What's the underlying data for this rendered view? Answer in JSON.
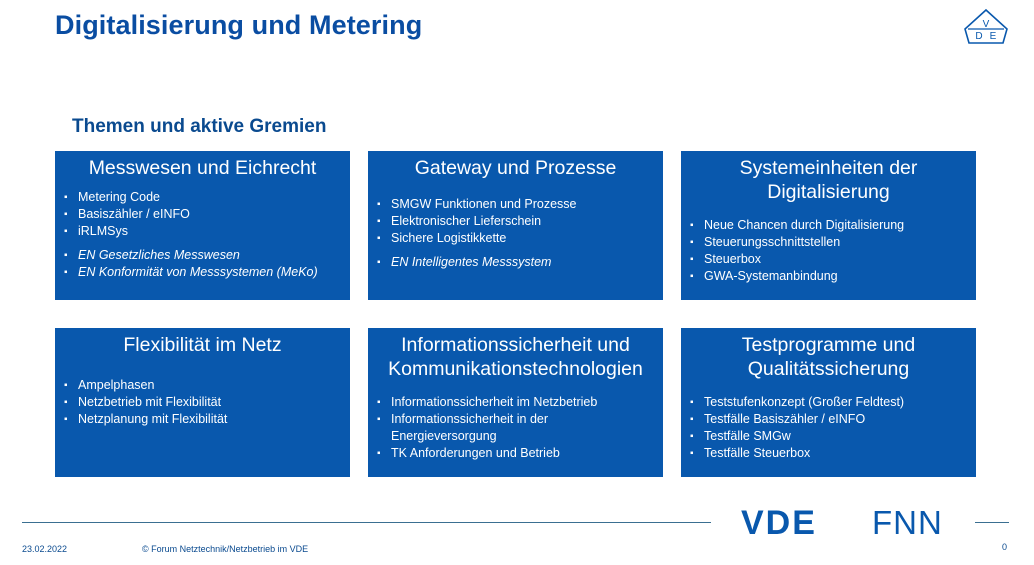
{
  "title": "Digitalisierung und Metering",
  "subtitle": "Themen und aktive Gremien",
  "logo_top": {
    "letters": [
      "V",
      "D",
      "E"
    ],
    "icon": "vde-triangle-logo"
  },
  "cards": [
    {
      "title": "Messwesen und Eichrecht",
      "items": [
        "Metering Code",
        "Basiszähler / eINFO",
        "iRLMSys"
      ],
      "committees": [
        "EN Gesetzliches Messwesen",
        "EN Konformität von Messsystemen (MeKo)"
      ]
    },
    {
      "title": "Gateway und Prozesse",
      "items": [
        "SMGW Funktionen und Prozesse",
        "Elektronischer Lieferschein",
        "Sichere Logistikkette"
      ],
      "committees": [
        "EN Intelligentes Messsystem"
      ]
    },
    {
      "title_lines": [
        "Systemeinheiten der",
        "Digitalisierung"
      ],
      "items": [
        "Neue Chancen durch Digitalisierung",
        "Steuerungsschnittstellen",
        "Steuerbox",
        "GWA-Systemanbindung"
      ]
    },
    {
      "title": "Flexibilität im Netz",
      "items": [
        "Ampelphasen",
        "Netzbetrieb mit Flexibilität",
        "Netzplanung mit Flexibilität"
      ]
    },
    {
      "title_lines": [
        "Informationssicherheit und",
        "Kommunikationstechnologien"
      ],
      "items": [
        "Informationssicherheit im Netzbetrieb",
        "Informationssicherheit in der",
        "Energieversorgung",
        "TK Anforderungen und Betrieb"
      ]
    },
    {
      "title_lines": [
        "Testprogramme und",
        "Qualitätssicherung"
      ],
      "items": [
        "Teststufenkonzept (Großer Feldtest)",
        "Testfälle Basiszähler / eINFO",
        "Testfälle SMGw",
        "Testfälle Steuerbox"
      ]
    }
  ],
  "brand": {
    "vde": "VDE",
    "fnn": "FNN",
    "color": "#0958ad"
  },
  "footer": {
    "date": "23.02.2022",
    "copyright": "© Forum Netztechnik/Netzbetrieb im VDE",
    "page": "0"
  }
}
